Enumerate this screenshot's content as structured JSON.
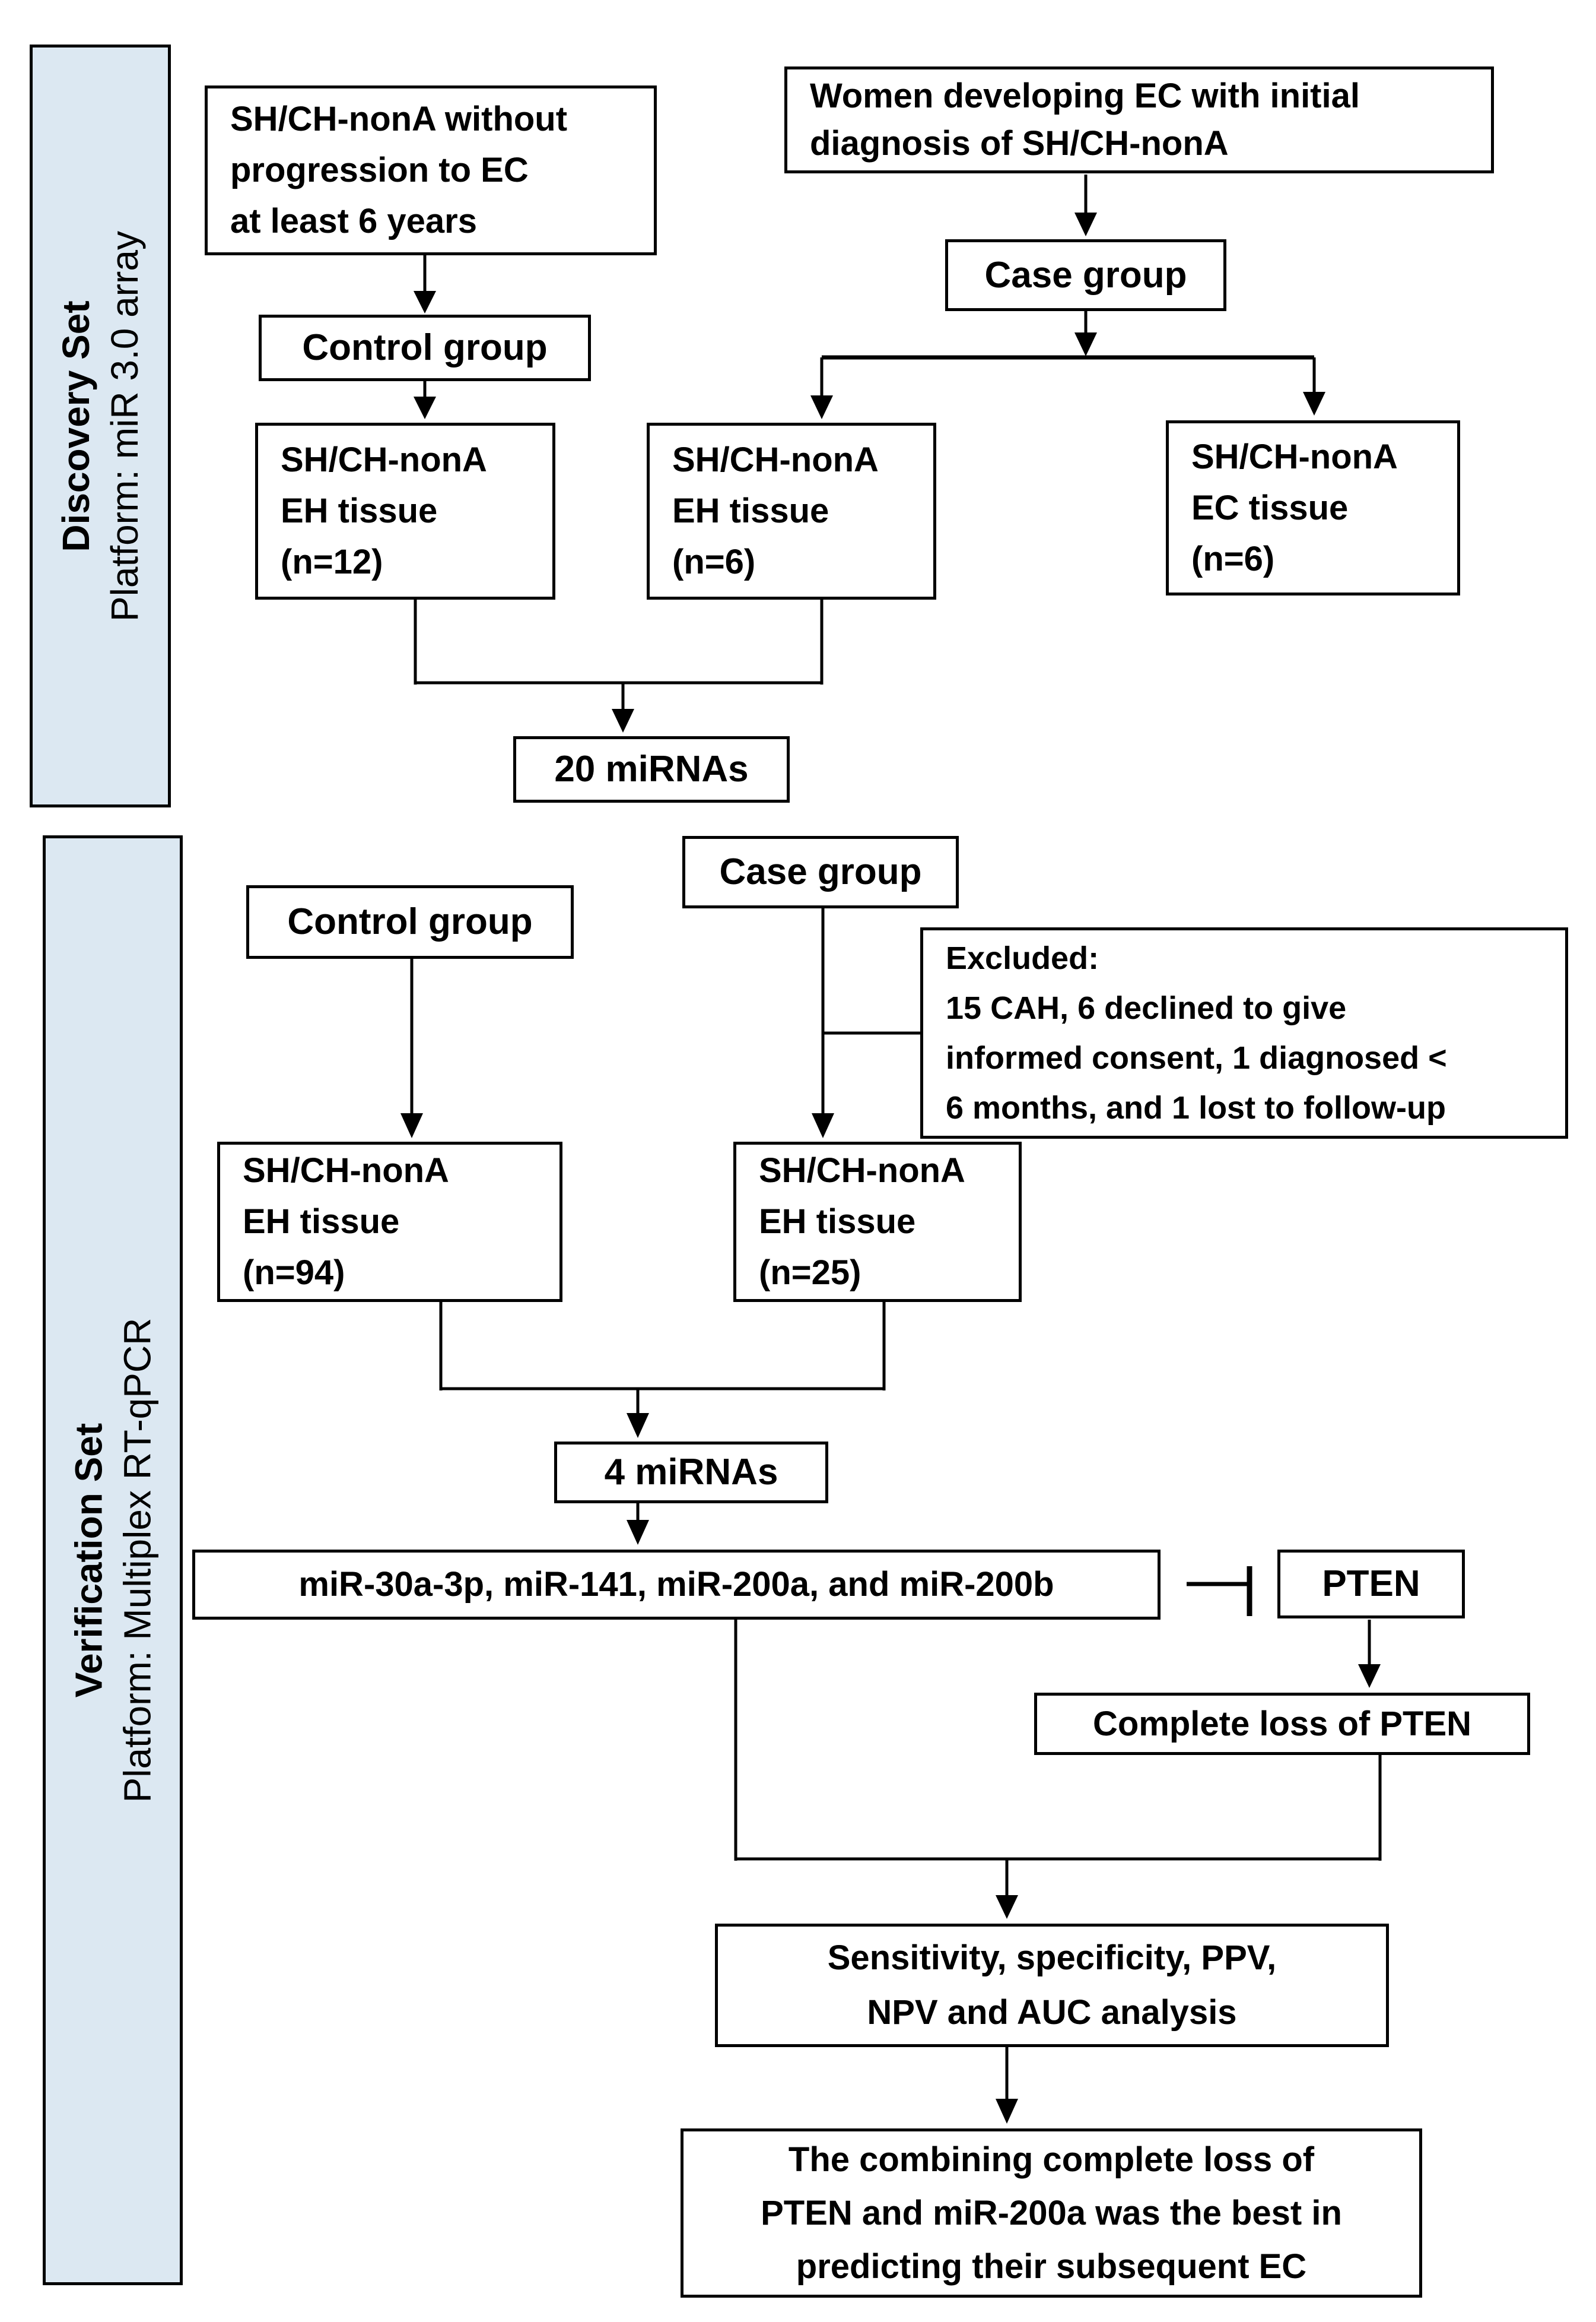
{
  "diagram": {
    "colors": {
      "sidebar_fill": "#dce8f2",
      "box_border": "#000000",
      "line_color": "#000000",
      "background": "#ffffff"
    },
    "discovery": {
      "sidebar": {
        "title": "Discovery Set",
        "platform": "Platform: miR 3.0 array"
      },
      "no_progression_box": "SH/CH-nonA without\nprogression to EC\nat least 6 years",
      "women_box": "Women developing EC with initial\ndiagnosis of SH/CH-nonA",
      "control_group_box": "Control group",
      "case_group_box": "Case group",
      "eh_n12_box": "SH/CH-nonA\nEH tissue\n(n=12)",
      "eh_n6_box": "SH/CH-nonA\nEH tissue\n(n=6)",
      "ec_n6_box": "SH/CH-nonA\nEC tissue\n(n=6)",
      "mirnas20_box": "20 miRNAs"
    },
    "verification": {
      "sidebar": {
        "title": "Verification Set",
        "platform": "Platform: Multiplex RT-qPCR"
      },
      "control_group_box": "Control group",
      "case_group_box": "Case group",
      "excluded_box": "Excluded:\n15 CAH, 6 declined to give\ninformed consent, 1 diagnosed <\n6 months, and 1 lost to follow-up",
      "eh_n94_box": "SH/CH-nonA\nEH tissue\n(n=94)",
      "eh_n25_box": "SH/CH-nonA\nEH tissue\n(n=25)",
      "mirnas4_box": "4 miRNAs",
      "mir_list_box": "miR-30a-3p, miR-141, miR-200a, and miR-200b",
      "pten_box": "PTEN",
      "pten_loss_box": "Complete loss of PTEN",
      "analysis_box": "Sensitivity, specificity, PPV,\nNPV and AUC analysis",
      "conclusion_box": "The combining complete loss of\nPTEN and miR-200a was the best in\npredicting their subsequent EC"
    }
  }
}
